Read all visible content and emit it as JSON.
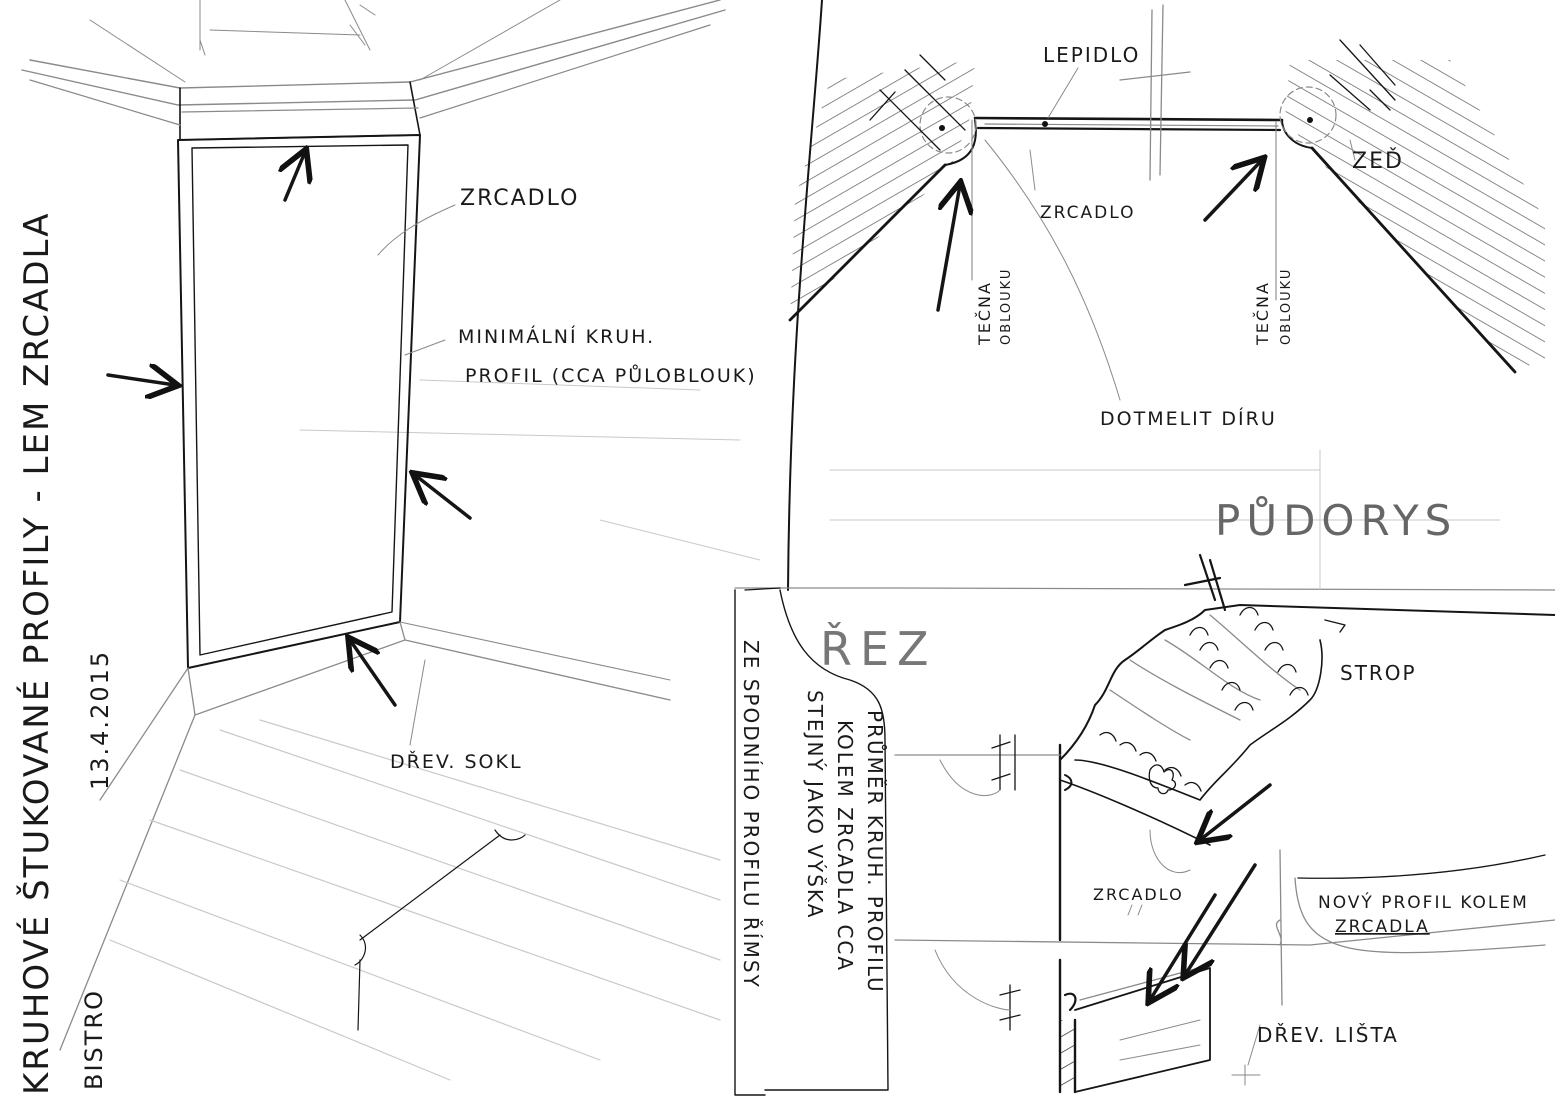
{
  "sheet": {
    "title": "KRUHOVÉ ŠTUKOVANÉ PROFILY - LEM ZRCADLA",
    "date": "13.4.2015",
    "place": "BISTRO"
  },
  "perspective": {
    "mirror_label": "ZRCADLO",
    "profile_label_line1": "MINIMÁLNÍ KRUH.",
    "profile_label_line2": "PROFIL (CCA PŮLOBLOUK)",
    "skirting_label": "DŘEV. SOKL"
  },
  "plan": {
    "heading": "PŮDORYS",
    "glue_label": "LEPIDLO",
    "wall_label": "ZEĎ",
    "mirror_label": "ZRCADLO",
    "tangent_left_line1": "TEČNA",
    "tangent_left_line2": "OBLOUKU",
    "tangent_right_line1": "TEČNA",
    "tangent_right_line2": "OBLOUKU",
    "fill_note": "DOTMELIT DÍRU"
  },
  "section": {
    "heading": "ŘEZ",
    "note_line1": "PRŮMĚR KRUH. PROFILU",
    "note_line2": "KOLEM ZRCADLA CCA",
    "note_line3": "STEJNÝ JAKO VÝŠKA",
    "note_line4": "ZE SPODNÍHO PROFILU ŘÍMSY",
    "ceiling_label": "STROP",
    "mirror_label": "ZRCADLO",
    "new_profile_line1": "NOVÝ PROFIL KOLEM",
    "new_profile_line2": "ZRCADLA",
    "wood_strip_label": "DŘEV. LIŠTA"
  }
}
